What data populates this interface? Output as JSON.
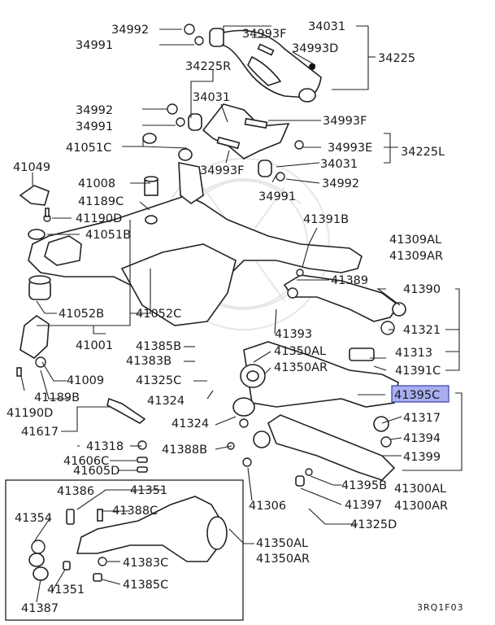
{
  "diagram": {
    "figure_code": "3RQ1F03",
    "highlighted_part": "41395C",
    "labels": {
      "p34992a": "34992",
      "p34991a": "34991",
      "p34031a": "34031",
      "p34993Fa": "34993F",
      "p34993D": "34993D",
      "p34225": "34225",
      "p34225R": "34225R",
      "p34031b": "34031",
      "p34992b": "34992",
      "p34991b": "34991",
      "p34993Fb": "34993F",
      "p41051C": "41051C",
      "p34993E": "34993E",
      "p34225L": "34225L",
      "p34993Fc": "34993F",
      "p34031c": "34031",
      "p34991c": "34991",
      "p34992c": "34992",
      "p41049": "41049",
      "p41008": "41008",
      "p41189C": "41189C",
      "p41190D": "41190D",
      "p41051B": "41051B",
      "p41391B": "41391B",
      "p41309AL": "41309AL",
      "p41309AR": "41309AR",
      "p41389": "41389",
      "p41390": "41390",
      "p41052B": "41052B",
      "p41052C": "41052C",
      "p41393": "41393",
      "p41321": "41321",
      "p41001": "41001",
      "p41385B": "41385B",
      "p41350AL": "41350AL",
      "p41313": "41313",
      "p41383B": "41383B",
      "p41350AR": "41350AR",
      "p41391C": "41391C",
      "p41009": "41009",
      "p41325C": "41325C",
      "p41395C": "41395C",
      "p41189B": "41189B",
      "p41324a": "41324",
      "p41190Dc": "41190D",
      "p41617": "41617",
      "p41324b": "41324",
      "p41317": "41317",
      "p41318": "41318",
      "p41388B": "41388B",
      "p41394": "41394",
      "p41606C": "41606C",
      "p41399": "41399",
      "p41605D": "41605D",
      "p41395B": "41395B",
      "p41300AL": "41300AL",
      "p41386": "41386",
      "p41351a": "41351",
      "p41397": "41397",
      "p41300AR": "41300AR",
      "p41354": "41354",
      "p41388C": "41388C",
      "p41306": "41306",
      "p41325D": "41325D",
      "p41350AL2": "41350AL",
      "p41350AR2": "41350AR",
      "p41383C": "41383C",
      "p41351b": "41351",
      "p41385C": "41385C",
      "p41387": "41387"
    }
  }
}
